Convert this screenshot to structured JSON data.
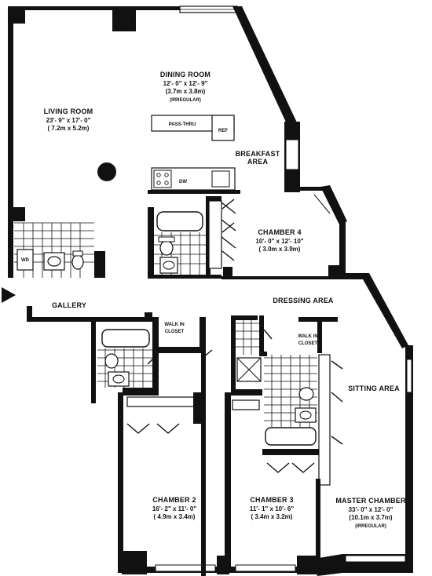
{
  "rooms": {
    "living_room": {
      "name": "LIVING ROOM",
      "dim_ft": "23'- 9\" x 17'- 0\"",
      "dim_m": "( 7.2m x 5.2m)"
    },
    "dining_room": {
      "name": "DINING ROOM",
      "dim_ft": "12'- 0\" x 12'- 9\"",
      "dim_m": "(3.7m x 3.8m)",
      "note": "(IRREGULAR)"
    },
    "breakfast": {
      "line1": "BREAKFAST",
      "line2": "AREA"
    },
    "chamber4": {
      "name": "CHAMBER 4",
      "dim_ft": "10'- 0\" x 12'- 10\"",
      "dim_m": "( 3.0m x 3.9m)"
    },
    "gallery": {
      "name": "GALLERY"
    },
    "dressing_area": {
      "name": "DRESSING AREA"
    },
    "sitting_area": {
      "name": "SITTING AREA"
    },
    "chamber2": {
      "name": "CHAMBER 2",
      "dim_ft": "16'- 2\" x 11'- 0\"",
      "dim_m": "( 4.9m x 3.4m)"
    },
    "chamber3": {
      "name": "CHAMBER 3",
      "dim_ft": "11'- 1\" x 10'- 6\"",
      "dim_m": "( 3.4m x 3.2m)"
    },
    "master": {
      "name": "MASTER CHAMBER",
      "dim_ft": "33'- 0\" x 12'- 0\"",
      "dim_m": "(10.1m x 3.7m)",
      "note": "(IRREGULAR)"
    }
  },
  "fixtures": {
    "pass_thru": "PASS-THRU",
    "ref": "REF",
    "dw": "DW",
    "wd": "WD",
    "walk_in_closet_1_line1": "WALK IN",
    "walk_in_closet_1_line2": "CLOSET",
    "walk_in_closet_2_line1": "WALK IN",
    "walk_in_closet_2_line2": "CLOSET"
  }
}
